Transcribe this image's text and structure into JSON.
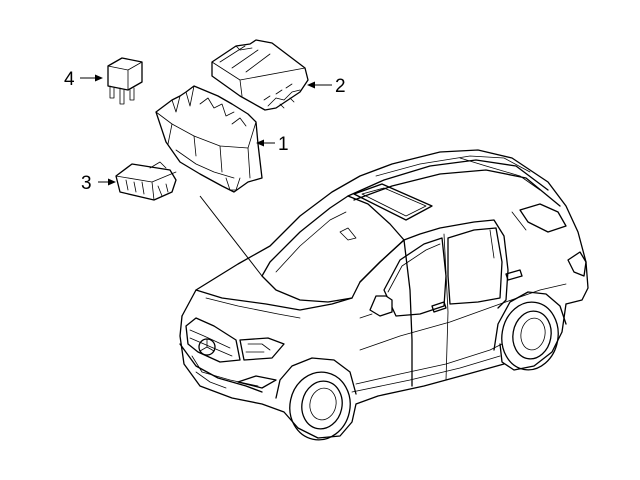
{
  "callouts": {
    "c1": "1",
    "c2": "2",
    "c3": "3",
    "c4": "4"
  },
  "icons": [
    "emblem-icon"
  ]
}
